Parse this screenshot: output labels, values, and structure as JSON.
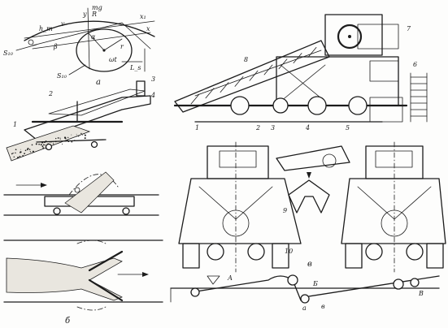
{
  "figure": {
    "panel_a": {
      "label": "а",
      "symbols": {
        "y": "y",
        "mu_g": "mg",
        "mu_g_sub": "R",
        "x1": "x₁",
        "x": "x",
        "h_m": "h_m",
        "v": "v",
        "beta": "β",
        "alpha": "α",
        "omega_t": "ωt",
        "r_e": "r",
        "S_ab_left": "S₁₀",
        "S_ab_low": "S₁₀",
        "L_s": "L_s"
      },
      "callouts": [
        "1",
        "2",
        "3",
        "4"
      ]
    },
    "panel_b": {
      "label": "б"
    },
    "panel_c": {
      "label": "в",
      "callouts": [
        "1",
        "2",
        "3",
        "4",
        "5",
        "6",
        "7",
        "8",
        "9",
        "10"
      ],
      "conveyor_letters": [
        "А",
        "Б",
        "В",
        "а",
        "в"
      ]
    }
  }
}
